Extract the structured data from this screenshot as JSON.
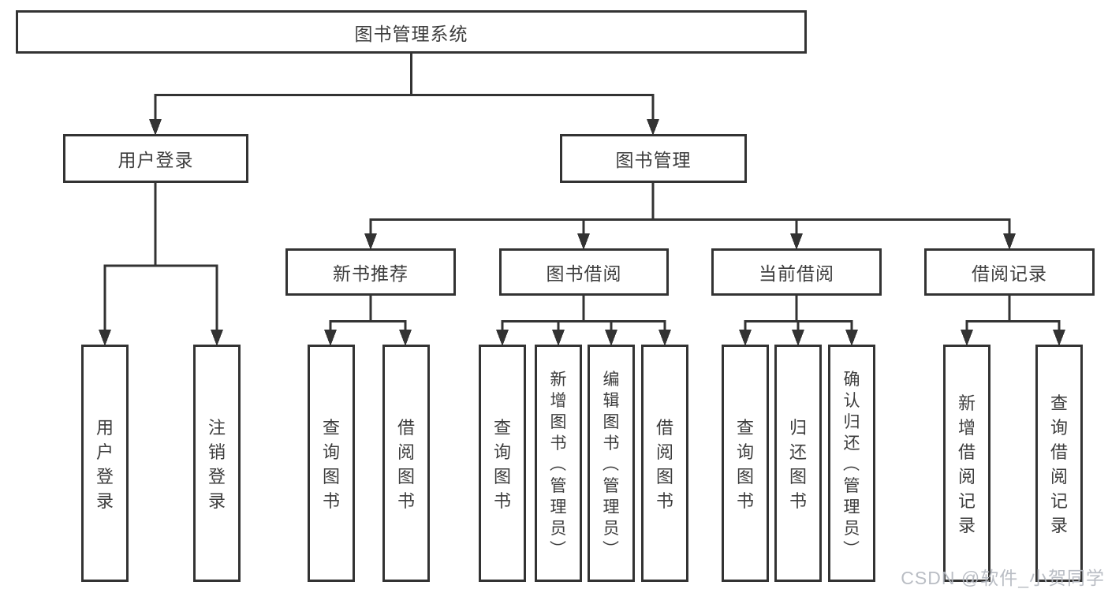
{
  "colors": {
    "line": "#333333",
    "text": "#3d3d3d",
    "background": "#ffffff",
    "watermark": "#b4b8bf"
  },
  "diagram": {
    "root": "图书管理系统",
    "branches": {
      "user": {
        "label": "用户登录",
        "leaves": [
          "用户登录",
          "注销登录"
        ]
      },
      "books": {
        "label": "图书管理",
        "groups": [
          {
            "label": "新书推荐",
            "leaves": [
              "查询图书",
              "借阅图书"
            ]
          },
          {
            "label": "图书借阅",
            "leaves": [
              "查询图书",
              "新增图书（管理员）",
              "编辑图书（管理员）",
              "借阅图书"
            ]
          },
          {
            "label": "当前借阅",
            "leaves": [
              "查询图书",
              "归还图书",
              "确认归还（管理员）"
            ]
          },
          {
            "label": "借阅记录",
            "leaves": [
              "新增借阅记录",
              "查询借阅记录"
            ]
          }
        ]
      }
    }
  },
  "watermark": "CSDN @软件_小贺同学"
}
